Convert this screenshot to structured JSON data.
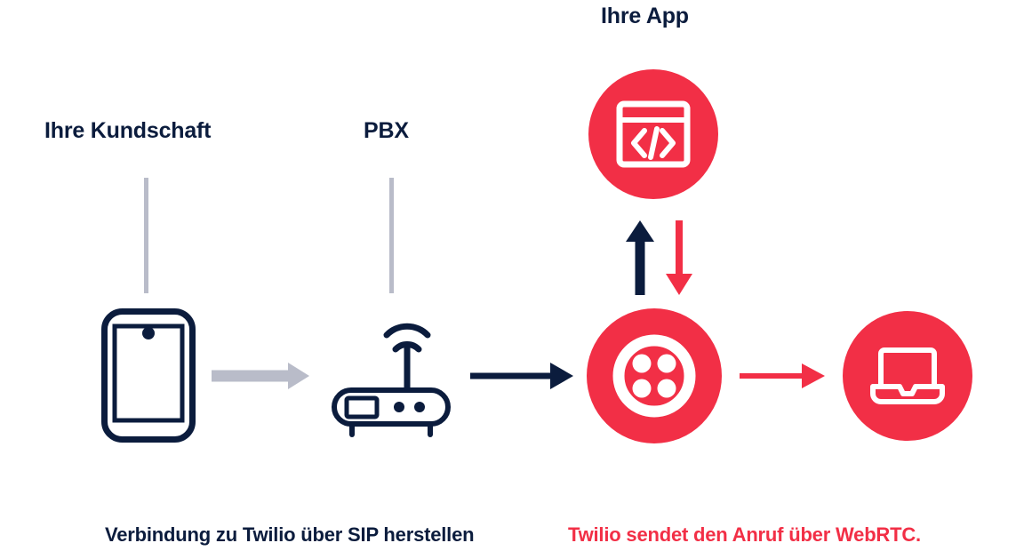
{
  "diagram": {
    "title": "Twilio SIP to WebRTC call flow",
    "colors": {
      "twilio_red": "#f22f46",
      "navy": "#0b1c3d",
      "gray": "#b9bcc9",
      "white": "#ffffff",
      "near_black": "#060d12"
    },
    "nodes": [
      {
        "id": "customer",
        "label": "Ihre Kundschaft",
        "icon": "smartphone-icon"
      },
      {
        "id": "pbx",
        "label": "PBX",
        "icon": "wifi-router-icon"
      },
      {
        "id": "app",
        "label": "Ihre App",
        "icon": "code-window-icon"
      },
      {
        "id": "twilio",
        "label": "",
        "icon": "twilio-logo-icon"
      },
      {
        "id": "laptop",
        "label": "",
        "icon": "laptop-icon"
      }
    ],
    "captions": [
      {
        "id": "sip-caption",
        "text": "Verbindung zu Twilio über SIP herstellen",
        "color": "navy"
      },
      {
        "id": "webrtc-caption",
        "text": "Twilio sendet den Anruf über WebRTC.",
        "color": "red"
      }
    ],
    "side_note": {
      "line1": "",
      "line2": ""
    },
    "arrows": [
      {
        "id": "customer-to-pbx",
        "direction": "right",
        "color": "#b9bcc9"
      },
      {
        "id": "pbx-to-twilio",
        "direction": "right",
        "color": "#0b1c3d"
      },
      {
        "id": "twilio-to-laptop",
        "direction": "right",
        "color": "#f22f46"
      },
      {
        "id": "twilio-to-app",
        "direction": "up",
        "color": "#0b1c3d"
      },
      {
        "id": "app-to-twilio",
        "direction": "down",
        "color": "#f22f46"
      }
    ]
  }
}
